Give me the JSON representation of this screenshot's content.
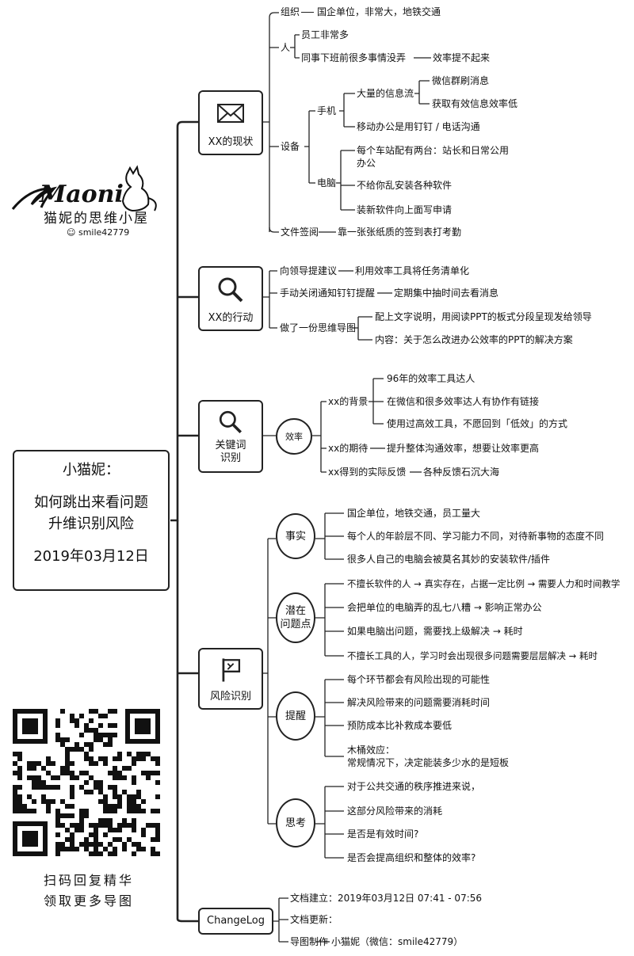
{
  "root": {
    "line1": "小猫妮：",
    "line2": "如何跳出来看问题",
    "line3": "升维识别风险",
    "line4": "2019年03月12日"
  },
  "brand": {
    "logo_text": "Maoni",
    "name_cn": "猫妮的思维小屋",
    "id": "smile42779"
  },
  "qr": {
    "caption1": "扫码回复精华",
    "caption2": "领取更多导图"
  },
  "icons": {
    "status": "envelope-icon",
    "action": "magnifier-icon",
    "keyword": "magnifier-icon",
    "risk": "flag-icon"
  },
  "b1": {
    "label": "XX的现状",
    "org": "组织",
    "org_v": "国企单位，非常大，地铁交通",
    "people": "人",
    "people_1": "员工非常多",
    "people_2": "同事下班前很多事情没弄",
    "people_2v": "效率提不起来",
    "device": "设备",
    "phone": "手机",
    "info": "大量的信息流",
    "info_1": "微信群刷消息",
    "info_2": "获取有效信息效率低",
    "mobile": "移动办公是用钉钉 / 电话沟通",
    "pc": "电脑",
    "pc_1a": "每个车站配有两台：站长和日常公用",
    "pc_1b": "办公",
    "pc_2": "不给你乱安装各种软件",
    "pc_3": "装新软件向上面写申请",
    "sign": "文件签阅",
    "sign_v": "靠一张张纸质的签到表打考勤"
  },
  "b2": {
    "label": "XX的行动",
    "a1": "向领导提建议",
    "a1v": "利用效率工具将任务清单化",
    "a2": "手动关闭通知钉钉提醒",
    "a2v": "定期集中抽时间去看消息",
    "a3": "做了一份思维导图",
    "a3_1": "配上文字说明，用阅读PPT的板式分段呈现发给领导",
    "a3_2": "内容：关于怎么改进办公效率的PPT的解决方案"
  },
  "b3": {
    "label1": "关键词",
    "label2": "识别",
    "circle": "效率",
    "bg": "xx的背景",
    "bg_1": "96年的效率工具达人",
    "bg_2": "在微信和很多效率达人有协作有链接",
    "bg_3": "使用过高效工具，不愿回到「低效」的方式",
    "exp": "xx的期待",
    "exp_v": "提升整体沟通效率，想要让效率更高",
    "fb": "xx得到的实际反馈",
    "fb_v": "各种反馈石沉大海"
  },
  "b4": {
    "label": "风险识别",
    "c1": "事实",
    "c1_1": "国企单位，地铁交通，员工量大",
    "c1_2": "每个人的年龄层不同、学习能力不同，对待新事物的态度不同",
    "c1_3": "很多人自己的电脑会被莫名其妙的安装软件/插件",
    "c2a": "潜在",
    "c2b": "问题点",
    "c2_1": "不擅长软件的人 → 真实存在，占据一定比例 → 需要人力和时间教学",
    "c2_2": "会把单位的电脑弄的乱七八糟 → 影响正常办公",
    "c2_3": "如果电脑出问题，需要找上级解决 → 耗时",
    "c2_4": "不擅长工具的人，学习时会出现很多问题需要层层解决 → 耗时",
    "c3": "提醒",
    "c3_1": "每个环节都会有风险出现的可能性",
    "c3_2": "解决风险带来的问题需要消耗时间",
    "c3_3": "预防成本比补救成本要低",
    "c3_4a": "木桶效应：",
    "c3_4b": "常规情况下，决定能装多少水的是短板",
    "c4": "思考",
    "c4_1": "对于公共交通的秩序推进来说，",
    "c4_2": "这部分风险带来的消耗",
    "c4_3": "是否是有效时间?",
    "c4_4": "是否会提高组织和整体的效率?"
  },
  "b5": {
    "label": "ChangeLog",
    "l1": "文档建立：2019年03月12日 07:41 - 07:56",
    "l2": "文档更新：",
    "l3": "导图制作",
    "l3v": "小猫妮（微信：smile42779）"
  }
}
